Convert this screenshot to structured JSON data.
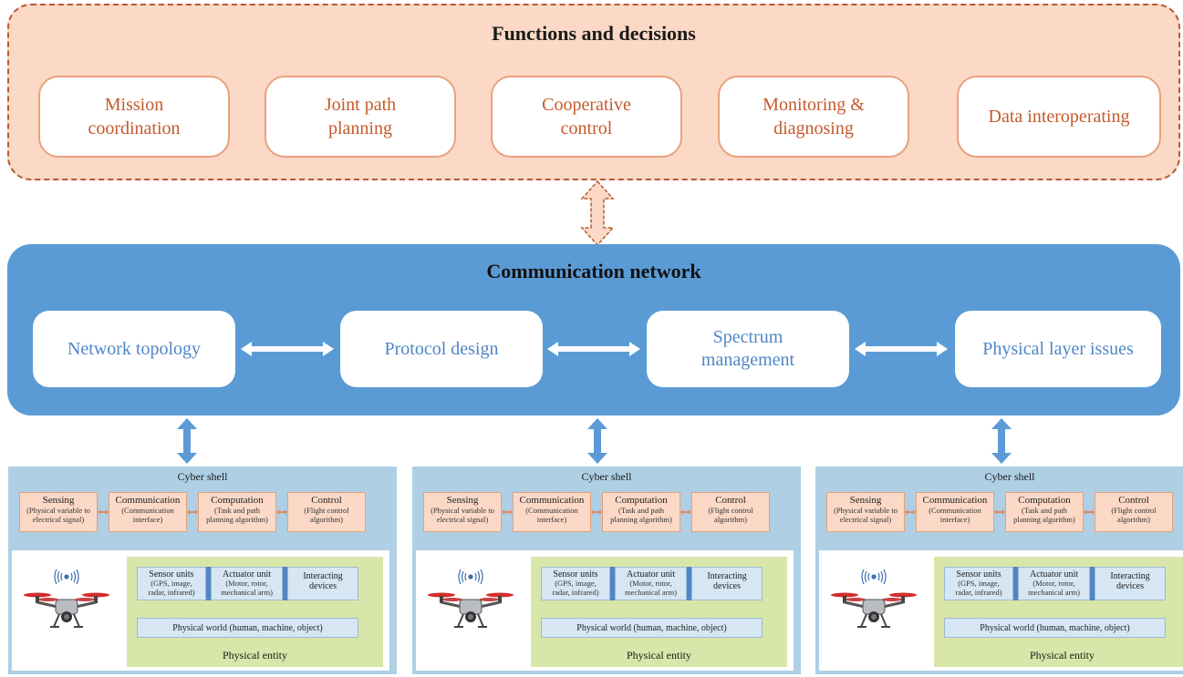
{
  "functions": {
    "title": "Functions and decisions",
    "boxes": [
      {
        "line1": "Mission",
        "line2": "coordination"
      },
      {
        "line1": "Joint path",
        "line2": "planning"
      },
      {
        "line1": "Cooperative",
        "line2": "control"
      },
      {
        "line1": "Monitoring &",
        "line2": "diagnosing"
      },
      {
        "line1": "Data interoperating",
        "line2": ""
      }
    ]
  },
  "network": {
    "title": "Communication network",
    "boxes": [
      {
        "line1": "Network topology",
        "line2": ""
      },
      {
        "line1": "Protocol design",
        "line2": ""
      },
      {
        "line1": "Spectrum",
        "line2": "management"
      },
      {
        "line1": "Physical layer issues",
        "line2": ""
      }
    ]
  },
  "entity": {
    "cyber_title": "Cyber shell",
    "cyber_boxes": [
      {
        "title": "Sensing",
        "sub1": "(Physical variable to",
        "sub2": "electrical signal)"
      },
      {
        "title": "Communication",
        "sub1": "(Communication",
        "sub2": "interface)"
      },
      {
        "title": "Computation",
        "sub1": "(Task and path",
        "sub2": "planning algorithm)"
      },
      {
        "title": "Control",
        "sub1": "(Flight control",
        "sub2": "algorithm)"
      }
    ],
    "units": [
      {
        "title": "Sensor units",
        "sub1": "(GPS, image,",
        "sub2": "radar, infrared)"
      },
      {
        "title": "Actuator unit",
        "sub1": "(Motor, rotor,",
        "sub2": "mechanical arm)"
      },
      {
        "title": "Interacting",
        "sub1": "devices",
        "sub2": ""
      }
    ],
    "physical_world": "Physical world (human, machine, object)",
    "physical_entity": "Physical entity"
  },
  "colors": {
    "functions_bg": "#fbd9c6",
    "functions_border": "#b65a32",
    "function_text": "#c45a2c",
    "network_bg": "#5b9bd5",
    "network_text": "#4f86c6",
    "entity_bg": "#aecfe4",
    "green_area": "#d9e6a9"
  },
  "icons": [
    "bidirectional-arrow-icon",
    "drone-icon",
    "wireless-signal-icon"
  ]
}
